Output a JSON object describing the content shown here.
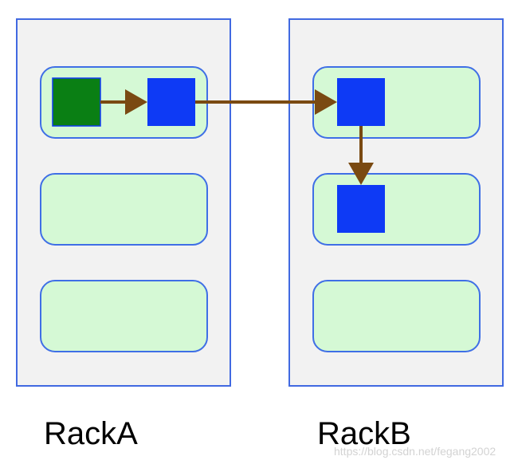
{
  "racks": [
    {
      "label": "RackA",
      "nodes": [
        {
          "blocks": [
            "source",
            "replica"
          ]
        },
        {
          "blocks": []
        },
        {
          "blocks": []
        }
      ]
    },
    {
      "label": "RackB",
      "nodes": [
        {
          "blocks": [
            "replica"
          ]
        },
        {
          "blocks": [
            "replica"
          ]
        },
        {
          "blocks": []
        }
      ]
    }
  ],
  "replication_flow": [
    {
      "from": "RackA node 1 source",
      "to": "RackA node 1 replica"
    },
    {
      "from": "RackA node 1 replica",
      "to": "RackB node 1 replica"
    },
    {
      "from": "RackB node 1 replica",
      "to": "RackB node 2 replica"
    }
  ],
  "colors": {
    "rack_fill": "#f2f2f2",
    "rack_border": "#4169e1",
    "node_fill": "#d5f9d5",
    "node_border": "#3f6fe6",
    "source_block": "#0a7f14",
    "replica_block": "#0e3af5",
    "arrow": "#7a4a12"
  },
  "watermark": "https://blog.csdn.net/fegang2002"
}
